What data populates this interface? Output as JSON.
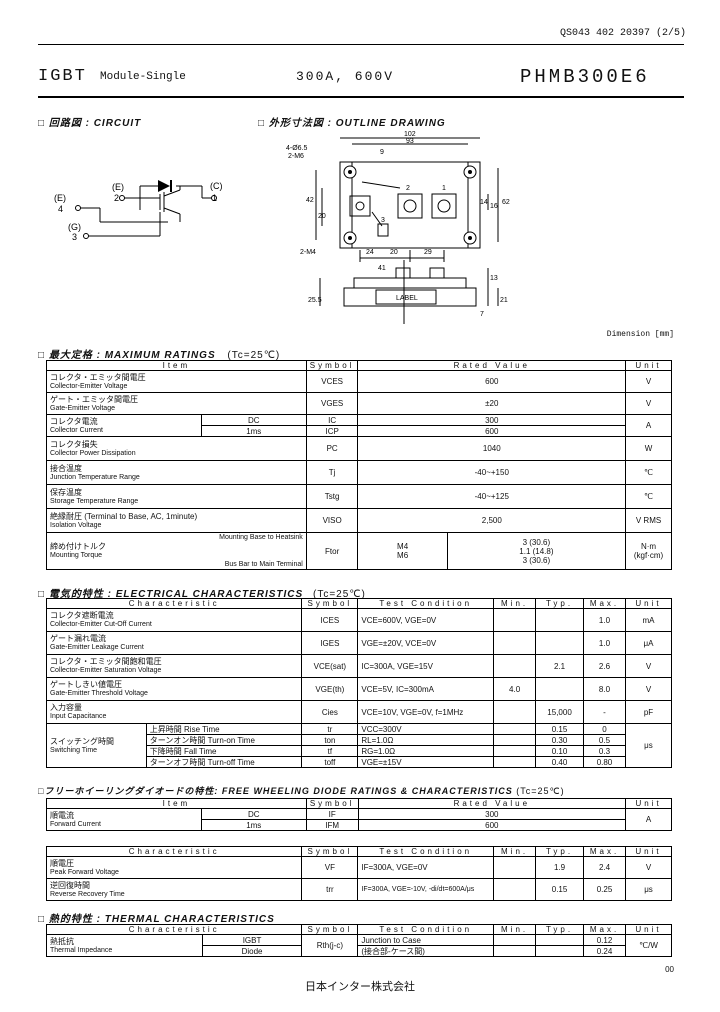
{
  "doc_number": "QS043 402 20397 (2/5)",
  "header": {
    "product": "IGBT",
    "type": "Module-Single",
    "rating": "300A, 600V",
    "model": "PHMB300E6"
  },
  "sections": {
    "circuit": "□ 回路図 : CIRCUIT",
    "outline": "□ 外形寸法図 : OUTLINE DRAWING",
    "max": "□ 最大定格 : MAXIMUM RATINGS",
    "max_cond": "(Tc=25℃)",
    "elec": "□ 電気的特性 : ELECTRICAL CHARACTERISTICS",
    "elec_cond": "(Tc=25℃)",
    "fwd": "□フリーホイーリングダイオードの特性: FREE WHEELING DIODE RATINGS & CHARACTERISTICS",
    "fwd_cond": "(Tc=25℃)",
    "thermal": "□ 熱的特性 : THERMAL CHARACTERISTICS"
  },
  "circuit": {
    "e_label": "(E)",
    "e_num": "4",
    "e2_label": "(E)",
    "e2_num": "2",
    "c_label": "(C)",
    "c_num": "1",
    "g_label": "(G)",
    "g_num": "3"
  },
  "outline": {
    "dims": [
      "102",
      "93",
      "4-Ø6.5",
      "2-M6",
      "9",
      "42",
      "20",
      "14",
      "16",
      "62",
      "2-M4",
      "24",
      "20",
      "29",
      "41",
      "25.5",
      "13",
      "21",
      "7",
      "2",
      "1",
      "3"
    ],
    "label": "LABEL",
    "unit_note": "Dimension [mm]"
  },
  "max_table": {
    "headers": [
      "Item",
      "Symbol",
      "Rated Value",
      "Unit"
    ],
    "rows": [
      {
        "jp": "コレクタ・エミッタ間電圧",
        "en": "Collector-Emitter Voltage",
        "sub": "",
        "sym": "VCES",
        "val": "600",
        "unit": "V"
      },
      {
        "jp": "ゲート・エミッタ間電圧",
        "en": "Gate-Emitter Voltage",
        "sub": "",
        "sym": "VGES",
        "val": "±20",
        "unit": "V"
      },
      {
        "jp": "コレクタ電流",
        "en": "Collector Current",
        "sub": "DC",
        "sym": "IC",
        "val": "300",
        "unit": "A"
      },
      {
        "jp": "",
        "en": "",
        "sub": "1ms",
        "sym": "ICP",
        "val": "600",
        "unit": ""
      },
      {
        "jp": "コレクタ損失",
        "en": "Collector Power Dissipation",
        "sub": "",
        "sym": "PC",
        "val": "1040",
        "unit": "W"
      },
      {
        "jp": "接合温度",
        "en": "Junction Temperature Range",
        "sub": "",
        "sym": "Tj",
        "val": "-40~+150",
        "unit": "℃"
      },
      {
        "jp": "保存温度",
        "en": "Storage Temperature Range",
        "sub": "",
        "sym": "Tstg",
        "val": "-40~+125",
        "unit": "℃"
      },
      {
        "jp": "絶縁耐圧 (Terminal to Base, AC, 1minute)",
        "en": "Isolation Voltage",
        "sub": "",
        "sym": "VISO",
        "val": "2,500",
        "unit": "V RMS"
      }
    ],
    "torque": {
      "jp": "締め付けトルク",
      "en": "Mounting Torque",
      "to_heatsink": "Mounting Base to Heatsink",
      "to_terminal": "Bus Bar to Main Terminal",
      "sym": "Ftor",
      "v1": "3 (30.6)",
      "m1": "M4",
      "v2": "1.1 (14.8)",
      "m2": "M6",
      "v3": "3 (30.6)",
      "unit1": "N·m",
      "unit2": "(kgf·cm)"
    }
  },
  "elec_table": {
    "headers": [
      "Characteristic",
      "Symbol",
      "Test Condition",
      "Min.",
      "Typ.",
      "Max.",
      "Unit"
    ],
    "rows": [
      {
        "jp": "コレクタ遮断電流",
        "en": "Collector-Emitter Cut-Off Current",
        "sym": "ICES",
        "cond": "VCE=600V, VGE=0V",
        "min": "",
        "typ": "",
        "max": "1.0",
        "unit": "mA"
      },
      {
        "jp": "ゲート漏れ電流",
        "en": "Gate-Emitter Leakage Current",
        "sym": "IGES",
        "cond": "VGE=±20V, VCE=0V",
        "min": "",
        "typ": "",
        "max": "1.0",
        "unit": "μA"
      },
      {
        "jp": "コレクタ・エミッタ間飽和電圧",
        "en": "Collector-Emitter Saturation Voltage",
        "sym": "VCE(sat)",
        "cond": "IC=300A, VGE=15V",
        "min": "",
        "typ": "2.1",
        "max": "2.6",
        "unit": "V"
      },
      {
        "jp": "ゲートしきい値電圧",
        "en": "Gate-Emitter Threshold Voltage",
        "sym": "VGE(th)",
        "cond": "VCE=5V, IC=300mA",
        "min": "4.0",
        "typ": "",
        "max": "8.0",
        "unit": "V"
      },
      {
        "jp": "入力容量",
        "en": "Input Capacitance",
        "sym": "Cies",
        "cond": "VCE=10V, VGE=0V, f=1MHz",
        "min": "",
        "typ": "15,000",
        "max": "-",
        "unit": "pF"
      }
    ],
    "switching": {
      "jp": "スイッチング時間",
      "en": "Switching Time",
      "unit": "μs",
      "rows": [
        {
          "label": "上昇時間 Rise Time",
          "sym": "tr",
          "cond": "VCC=300V",
          "typ": "0.15",
          "max": "0"
        },
        {
          "label": "ターンオン時間 Turn-on Time",
          "sym": "ton",
          "cond": "RL=1.0Ω",
          "typ": "0.30",
          "max": "0.5"
        },
        {
          "label": "下降時間 Fall Time",
          "sym": "tf",
          "cond": "RG=1.0Ω",
          "typ": "0.10",
          "max": "0.3"
        },
        {
          "label": "ターンオフ時間 Turn-off Time",
          "sym": "toff",
          "cond": "VGE=±15V",
          "typ": "0.40",
          "max": "0.80"
        }
      ]
    }
  },
  "fwd_rating_table": {
    "headers": [
      "Item",
      "Symbol",
      "Rated Value",
      "Unit"
    ],
    "rows": [
      {
        "jp": "順電流",
        "en": "Forward Current",
        "sub": "DC",
        "sym": "IF",
        "val": "300",
        "unit": "A"
      },
      {
        "jp": "",
        "en": "",
        "sub": "1ms",
        "sym": "IFM",
        "val": "600",
        "unit": ""
      }
    ]
  },
  "fwd_char_table": {
    "headers": [
      "Characteristic",
      "Symbol",
      "Test Condition",
      "Min.",
      "Typ.",
      "Max.",
      "Unit"
    ],
    "rows": [
      {
        "jp": "順電圧",
        "en": "Peak Forward Voltage",
        "sym": "VF",
        "cond": "IF=300A, VGE=0V",
        "min": "",
        "typ": "1.9",
        "max": "2.4",
        "unit": "V"
      },
      {
        "jp": "逆回復時間",
        "en": "Reverse Recovery Time",
        "sym": "trr",
        "cond": "IF=300A, VGE=-10V, -di/dt=600A/μs",
        "min": "",
        "typ": "0.15",
        "max": "0.25",
        "unit": "μs"
      }
    ]
  },
  "thermal_table": {
    "headers": [
      "Characteristic",
      "Symbol",
      "Test Condition",
      "Min.",
      "Typ.",
      "Max.",
      "Unit"
    ],
    "jp": "熱抵抗",
    "en": "Thermal Impedance",
    "sym": "Rth(j-c)",
    "unit": "℃/W",
    "rows": [
      {
        "part": "IGBT",
        "cond": "Junction to Case",
        "max": "0.12"
      },
      {
        "part": "Diode",
        "cond": "(接合部-ケース間)",
        "max": "0.24"
      }
    ]
  },
  "footer": {
    "company": "日本インター株式会社",
    "page_code": "00"
  }
}
